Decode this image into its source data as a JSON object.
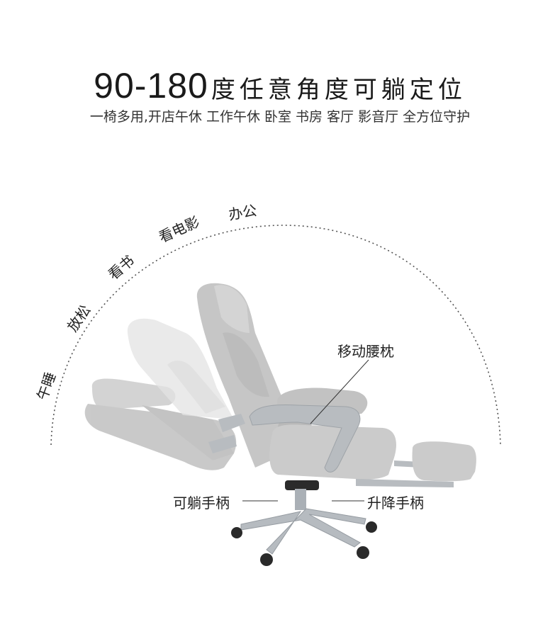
{
  "title": {
    "number": "90-180",
    "text": "度任意角度可躺定位"
  },
  "subtitle": "一椅多用,开店午休 工作午休 卧室 书房 客厅 影音厅 全方位守护",
  "arc_labels": [
    "午睡",
    "放松",
    "看书",
    "看电影",
    "办公"
  ],
  "callouts": {
    "lumbar": "移动腰枕",
    "recline_handle": "可躺手柄",
    "lift_handle": "升降手柄"
  },
  "colors": {
    "fabric": "#c9c9c9",
    "fabric_light": "#e3e3e3",
    "metal": "#b8bcc0",
    "text": "#222222"
  }
}
